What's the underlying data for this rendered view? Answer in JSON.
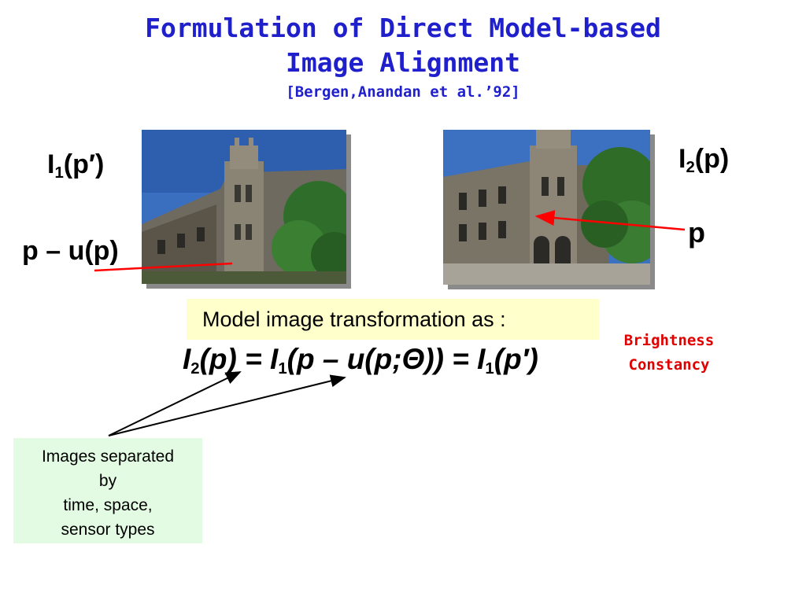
{
  "title": {
    "line1": "Formulation of Direct Model-based",
    "line2": "Image Alignment",
    "citation": "[Bergen,Anandan et al.’92]"
  },
  "labels": {
    "left_image": "I₁(p′)",
    "left_image_base": "I",
    "left_image_sub": "1",
    "left_image_arg": "(p′)",
    "left_point": "p – u(p)",
    "right_image_base": "I",
    "right_image_sub": "2",
    "right_image_arg": "(p)",
    "right_point": "p"
  },
  "caption": "Model image transformation as :",
  "equation": {
    "lhs_base": "I",
    "lhs_sub": "2",
    "lhs_arg": "(p) = ",
    "mid_base": "I",
    "mid_sub": "1",
    "mid_arg": "(p – u(p;Θ)) = ",
    "rhs_base": "I",
    "rhs_sub": "1",
    "rhs_arg": "(p′)"
  },
  "brightness": {
    "line1": "Brightness",
    "line2": "Constancy"
  },
  "note": {
    "line1": "Images separated",
    "line2": "by",
    "line3": "time, space,",
    "line4": "sensor types"
  },
  "colors": {
    "title": "#1f1fcc",
    "brightness": "#e00000",
    "caption_bg": "#ffffcc",
    "note_bg": "#e3fbe3",
    "arrow_red": "#ff0000"
  }
}
